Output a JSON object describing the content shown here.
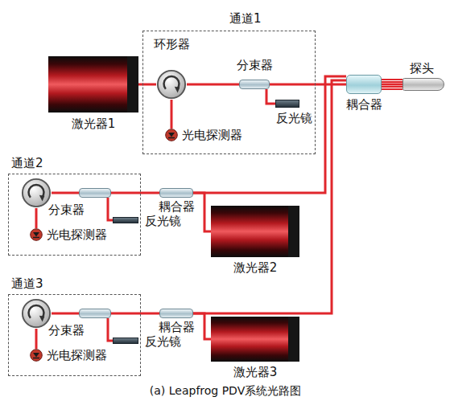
{
  "diagram": {
    "caption": "(a) Leapfrog PDV系统光路图",
    "nodes": [
      {
        "text": [
          "通道1"
        ]
      },
      {
        "text": [
          "环形器"
        ],
        "in": 0
      },
      {
        "text": [
          "分束器"
        ],
        "in": 0
      },
      {
        "text": [
          "反光镜"
        ],
        "in": 0
      },
      {
        "text": [
          "光电探测器"
        ],
        "in": 0
      },
      {
        "text": [
          "激光器1"
        ]
      },
      {
        "text": [
          "耦合器"
        ]
      },
      {
        "text": [
          "探头"
        ]
      },
      {
        "text": [
          "通道2"
        ]
      },
      {
        "text": [
          "分束器"
        ],
        "in": 8
      },
      {
        "text": [
          "光电探测器"
        ],
        "in": 8
      },
      {
        "text": [
          "反光镜"
        ],
        "in": 8
      },
      {
        "text": [
          "耦合器"
        ]
      },
      {
        "text": [
          "激光器2"
        ]
      },
      {
        "text": [
          "通道3"
        ]
      },
      {
        "text": [
          "分束器"
        ],
        "in": 14
      },
      {
        "text": [
          "光电探测器"
        ],
        "in": 14
      },
      {
        "text": [
          "反光镜"
        ],
        "in": 14
      },
      {
        "text": [
          "耦合器"
        ]
      },
      {
        "text": [
          "激光器3"
        ]
      }
    ],
    "edges": [
      {
        "from": 5,
        "to": 1,
        "arrow": "none"
      },
      {
        "from": 1,
        "to": 2,
        "arrow": "none"
      },
      {
        "from": 1,
        "to": 4,
        "arrow": "none"
      },
      {
        "from": 2,
        "to": 3,
        "arrow": "none"
      },
      {
        "from": 2,
        "to": 6,
        "arrow": "none"
      },
      {
        "from": 6,
        "to": 7,
        "arrow": "none"
      },
      {
        "from": 9,
        "to": 11,
        "arrow": "none"
      },
      {
        "from": 9,
        "to": 12,
        "arrow": "none"
      },
      {
        "from": 12,
        "to": 13,
        "arrow": "none"
      },
      {
        "from": 12,
        "to": 6,
        "arrow": "none"
      },
      {
        "from": 15,
        "to": 17,
        "arrow": "none"
      },
      {
        "from": 15,
        "to": 18,
        "arrow": "none"
      },
      {
        "from": 18,
        "to": 19,
        "arrow": "none"
      },
      {
        "from": 18,
        "to": 6,
        "arrow": "none"
      }
    ]
  }
}
